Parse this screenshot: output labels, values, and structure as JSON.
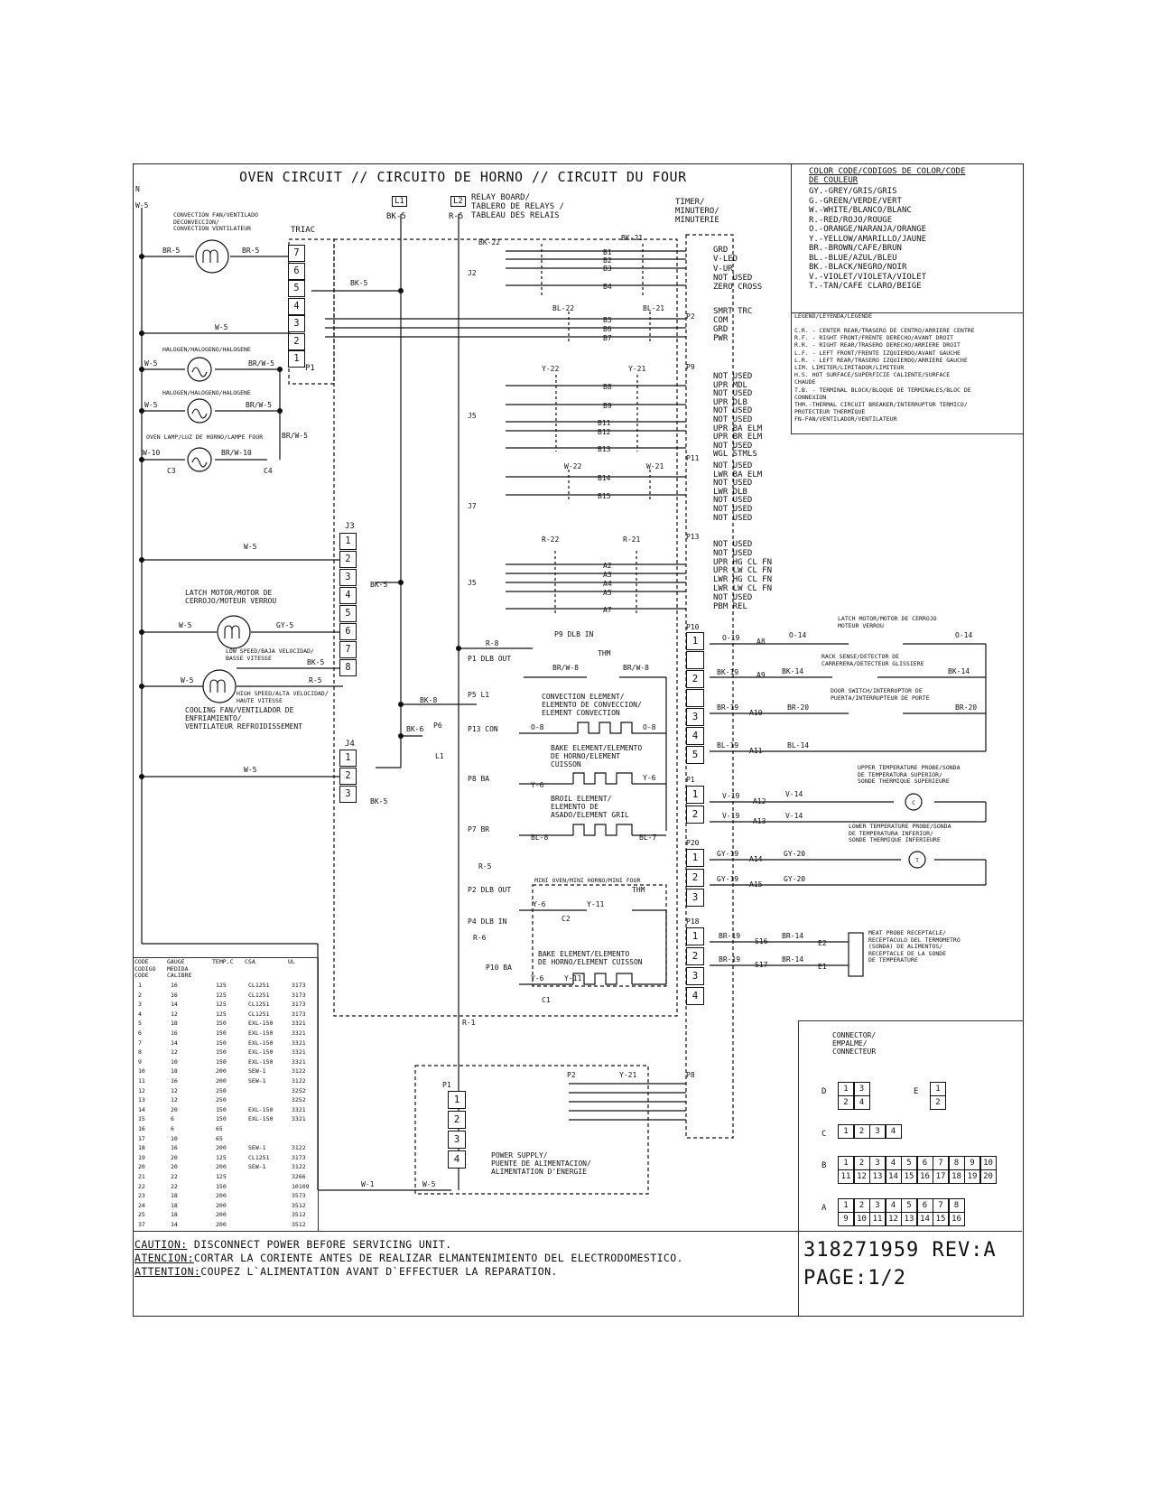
{
  "title": "OVEN CIRCUIT // CIRCUITO DE HORNO // CIRCUIT DU FOUR",
  "color_code": {
    "heading": [
      "COLOR CODE/CODIGOS DE COLOR/CODE",
      "DE COULEUR"
    ],
    "entries": [
      "GY.-GREY/GRIS/GRIS",
      "G.-GREEN/VERDE/VERT",
      "W.-WHITE/BLANCO/BLANC",
      "R.-RED/ROJO/ROUGE",
      "O.-ORANGE/NARANJA/ORANGE",
      "Y.-YELLOW/AMARILLO/JAUNE",
      "BR.-BROWN/CAFE/BRUN",
      "BL.-BLUE/AZUL/BLEU",
      "BK.-BLACK/NEGRO/NOIR",
      "V.-VIOLET/VIOLETA/VIOLET",
      "T.-TAN/CAFE CLARO/BEIGE"
    ]
  },
  "legend": {
    "heading": "LEGEND/LEYENDA/LEGENDE",
    "entries": [
      "C.R. - CENTER REAR/TRASERO DE CENTRO/ARRIERE CENTRE",
      "R.F. - RIGHT FRONT/FRENTE DERECHO/AVANT DROIT",
      "R.R. - RIGHT REAR/TRASERO DERECHO/ARRIERE DROIT",
      "L.F. - LEFT FRONT/FRENTE IZQUIERDO/AVANT GAUCHE",
      "L.R. - LEFT REAR/TRASERO IZQUIERDO/ARRIERE GAUCHE",
      "LIM. LIMITER/LIMITADOR/LIMITEUR",
      "H.S. HOT SURFACE/SUPERFICIE CALIENTE/SURFACE",
      "       CHAUDE",
      "T.B. - TERMINAL BLOCK/BLOQUE DE TERMINALES/BLOC DE",
      "       CONNEXION",
      "THM.-THERMAL CIRCUIT BREAKER/INTERRUPTOR TERMICO/",
      "       PROTECTEUR THERMIQUE",
      "FN-FAN/VENTILADOR/VENTILATEUR"
    ]
  },
  "labels": {
    "n": "N",
    "w5_top": "W-5",
    "l1": "L1",
    "l2": "L2",
    "bk5_l1": "BK-5",
    "r5_l2": "R-5",
    "relay_board": [
      "RELAY BOARD/",
      "TABLERO DE RELAYS /",
      "TABLEAU  DES RELAIS"
    ],
    "timer": [
      "TIMER/",
      "MINUTERO/",
      "MINUTERIE"
    ],
    "triac": "TRIAC",
    "conv_fan": [
      "CONVECTION FAN/VENTILADO",
      "DECONVECCION/",
      "CONVECTION VENTILATEUR"
    ],
    "halogen1": "HALOGEN/HALOGENO/HALOGENE",
    "halogen2": "HALOGEN/HALOGENO/HALOGENE",
    "oven_lamp": "OVEN LAMP/LUZ DE HORNO/LAMPE FOUR",
    "latch_motor_left": [
      "LATCH MOTOR/MOTOR DE",
      "CERROJO/MOTEUR VERROU"
    ],
    "low_speed": [
      "LOW SPEED/BAJA VELOCIDAD/",
      "BASSE VITESSE"
    ],
    "high_speed": [
      "HIGH SPEED/ALTA VELOCIDAD/",
      "HAUTE VITESSE"
    ],
    "cooling_fan": [
      "COOLING FAN/VENTILADOR DE",
      "ENFRIAMIENTO/",
      "VENTILATEUR REFROIDISSEMENT"
    ],
    "latch_motor_right": [
      "LATCH MOTOR/MOTOR DE CERROJO",
      "MOTEUR VERROU"
    ],
    "rack_sense": [
      "RACK SENSE/DETECTOR DE",
      "CARRERERA/DETECTEUR GLISSIERE"
    ],
    "door_switch": [
      "DOOR SWITCH/INTERRUPTOR DE",
      "PUERTA/INTERRUPTEUR DE PORTE"
    ],
    "upper_probe": [
      "UPPER TEMPERATURE PROBE/SONDA",
      "DE TEMPERATURA SUPERIOR/",
      "SONDE THERMIQUE SUPERIEURE"
    ],
    "lower_probe": [
      "LOWER TEMPERATURE PROBE/SONDA",
      "DE TEMPERATURA INFERIOR/",
      "SONDE THERMIQUE INFERIEURE"
    ],
    "meat_probe": [
      "MEAT PROBE RECEPTACLE/",
      "RECEPTACULO DEL TERMOMETRO",
      "(SONDA) DE ALIMENTOS/",
      "RECEPTACLE DE LA SONDE",
      "DE TEMPERATURE"
    ],
    "conv_element": [
      "CONVECTION ELEMENT/",
      "ELEMENTO DE CONVECCION/",
      "ELEMENT CONVECTION"
    ],
    "bake_element": [
      "BAKE ELEMENT/ELEMENTO",
      "DE HORNO/ELEMENT",
      "CUISSON"
    ],
    "broil_element": [
      "BROIL ELEMENT/",
      "ELEMENTO DE",
      "ASADO/ELEMENT GRIL"
    ],
    "mini_oven": "MINI OVEN/MINI HORNO/MINI FOUR",
    "bake_element2": [
      "BAKE ELEMENT/ELEMENTO",
      "DE HORNO/ELEMENT CUISSON"
    ],
    "power_supply": [
      "POWER SUPPLY/",
      "PUENTE DE ALIMENTACION/",
      "ALIMENTATION D'ENERGIE"
    ],
    "connector_title": [
      "CONNECTOR/",
      "EMPALME/",
      "CONNECTEUR"
    ]
  },
  "p16_pins": [
    "GRD",
    "V-LED",
    "V-UR",
    "NOT USED",
    "ZERO CROSS"
  ],
  "p2_pins": [
    "SMRT TRC",
    "COM",
    "GRD",
    "PWR"
  ],
  "p9_pins": [
    "NOT USED",
    "UPR MDL",
    "NOT USED",
    "UPR DLB",
    "NOT USED",
    "NOT USED",
    "UPR BA ELM",
    "UPR BR ELM",
    "NOT USED",
    "WGL STMLS"
  ],
  "p11_pins": [
    "NOT USED",
    "LWR BA ELM",
    "NOT USED",
    "LWR DLB",
    "NOT USED",
    "NOT USED",
    "NOT USED"
  ],
  "p13_pins": [
    "NOT USED",
    "NOT USED",
    "UPR HG CL FN",
    "UPR LW CL FN",
    "LWR HG CL FN",
    "LWR LW CL FN",
    "NOT USED",
    "PBM REL"
  ],
  "wire_table": {
    "headers": [
      "CODE\nCODIGO\nCODE",
      "GAUGE\nMEDIDA\nCALIBRE",
      "TEMP.C",
      "CSA",
      "UL"
    ],
    "rows": [
      [
        "1",
        "16",
        "125",
        "CL1251",
        "3173"
      ],
      [
        "2",
        "16",
        "125",
        "CL1251",
        "3173"
      ],
      [
        "3",
        "14",
        "125",
        "CL1251",
        "3173"
      ],
      [
        "4",
        "12",
        "125",
        "CL1251",
        "3173"
      ],
      [
        "5",
        "18",
        "150",
        "EXL-150",
        "3321"
      ],
      [
        "6",
        "16",
        "150",
        "EXL-150",
        "3321"
      ],
      [
        "7",
        "14",
        "150",
        "EXL-150",
        "3321"
      ],
      [
        "8",
        "12",
        "150",
        "EXL-150",
        "3321"
      ],
      [
        "9",
        "10",
        "150",
        "EXL-150",
        "3321"
      ],
      [
        "10",
        "18",
        "200",
        "SEW-1",
        "3122"
      ],
      [
        "11",
        "16",
        "200",
        "SEW-1",
        "3122"
      ],
      [
        "12",
        "12",
        "250",
        "",
        "3252"
      ],
      [
        "13",
        "12",
        "250",
        "",
        "3252"
      ],
      [
        "14",
        "20",
        "150",
        "EXL-150",
        "3321"
      ],
      [
        "15",
        "6",
        "150",
        "EXL-150",
        "3321"
      ],
      [
        "16",
        "6",
        "65",
        "",
        ""
      ],
      [
        "17",
        "10",
        "65",
        "",
        ""
      ],
      [
        "18",
        "16",
        "200",
        "SEW-1",
        "3122"
      ],
      [
        "19",
        "20",
        "125",
        "CL1251",
        "3173"
      ],
      [
        "20",
        "20",
        "200",
        "SEW-1",
        "3122"
      ],
      [
        "21",
        "22",
        "125",
        "",
        "3266"
      ],
      [
        "22",
        "22",
        "150",
        "",
        "10109"
      ],
      [
        "23",
        "18",
        "200",
        "",
        "3573"
      ],
      [
        "24",
        "18",
        "200",
        "",
        "3512"
      ],
      [
        "25",
        "18",
        "200",
        "",
        "3512"
      ],
      [
        "37",
        "14",
        "200",
        "",
        "3512"
      ]
    ]
  },
  "connector_key": {
    "D": [
      [
        "1",
        "3"
      ],
      [
        "2",
        "4"
      ]
    ],
    "E": [
      [
        "1"
      ],
      [
        "2"
      ]
    ],
    "C": [
      [
        "1",
        "2",
        "3",
        "4"
      ]
    ],
    "B": [
      [
        "1",
        "2",
        "3",
        "4",
        "5",
        "6",
        "7",
        "8",
        "9",
        "10"
      ],
      [
        "11",
        "12",
        "13",
        "14",
        "15",
        "16",
        "17",
        "18",
        "19",
        "20"
      ]
    ],
    "A": [
      [
        "1",
        "2",
        "3",
        "4",
        "5",
        "6",
        "7",
        "8"
      ],
      [
        "9",
        "10",
        "11",
        "12",
        "13",
        "14",
        "15",
        "16"
      ]
    ]
  },
  "caution": {
    "en_label": "CAUTION:",
    "en": " DISCONNECT POWER BEFORE SERVICING UNIT.",
    "es_label": "ATENCION:",
    "es": "CORTAR LA CORIENTE ANTES DE REALIZAR ELMANTENIMIENTO DEL ELECTRODOMESTICO.",
    "fr_label": "ATTENTION:",
    "fr": "COUPEZ L`ALIMENTATION AVANT D`EFFECTUER LA REPARATION."
  },
  "part_number": "318271959 REV:A",
  "page": "PAGE:1/2"
}
